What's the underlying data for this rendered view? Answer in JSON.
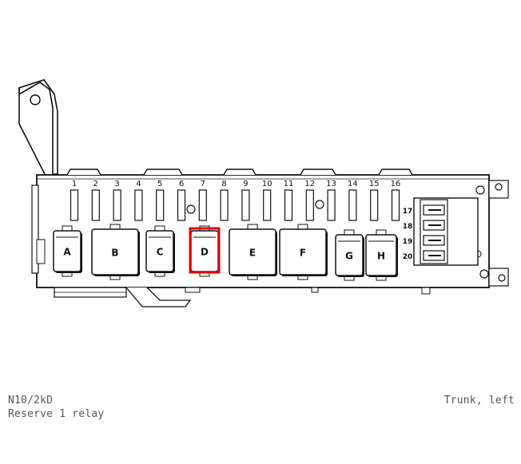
{
  "fuse_numbers": [
    "1",
    "2",
    "3",
    "4",
    "5",
    "6",
    "7",
    "8",
    "9",
    "10",
    "11",
    "12",
    "13",
    "14",
    "15",
    "16"
  ],
  "side_fuse_numbers": [
    "17",
    "18",
    "19",
    "20"
  ],
  "relays": [
    {
      "label": "A",
      "highlighted": false
    },
    {
      "label": "B",
      "highlighted": false
    },
    {
      "label": "C",
      "highlighted": false
    },
    {
      "label": "D",
      "highlighted": true
    },
    {
      "label": "E",
      "highlighted": false
    },
    {
      "label": "F",
      "highlighted": false
    },
    {
      "label": "G",
      "highlighted": false
    },
    {
      "label": "H",
      "highlighted": false
    }
  ],
  "highlight_color": "#e00000",
  "caption": {
    "code": "N10/2kD",
    "description": "Reserve 1 relay",
    "location": "Trunk, left"
  }
}
